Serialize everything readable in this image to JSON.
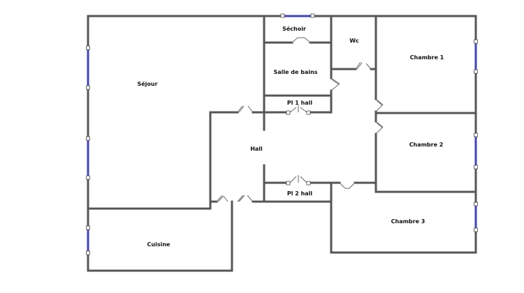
{
  "plan": {
    "colors": {
      "wall": "#555555",
      "window": "#3b3bd6",
      "background": "#ffffff",
      "label": "#111111"
    },
    "rooms": {
      "sejour": "Séjour",
      "sechoir": "Séchoir",
      "wc": "Wc",
      "chambre1": "Chambre 1",
      "salle_de_bains": "Salle de bains",
      "pl1_hall": "Pl 1 hall",
      "hall": "Hall",
      "chambre2": "Chambre 2",
      "pl2_hall": "Pl 2 hall",
      "chambre3": "Chambre 3",
      "cuisine": "Cuisine"
    }
  }
}
